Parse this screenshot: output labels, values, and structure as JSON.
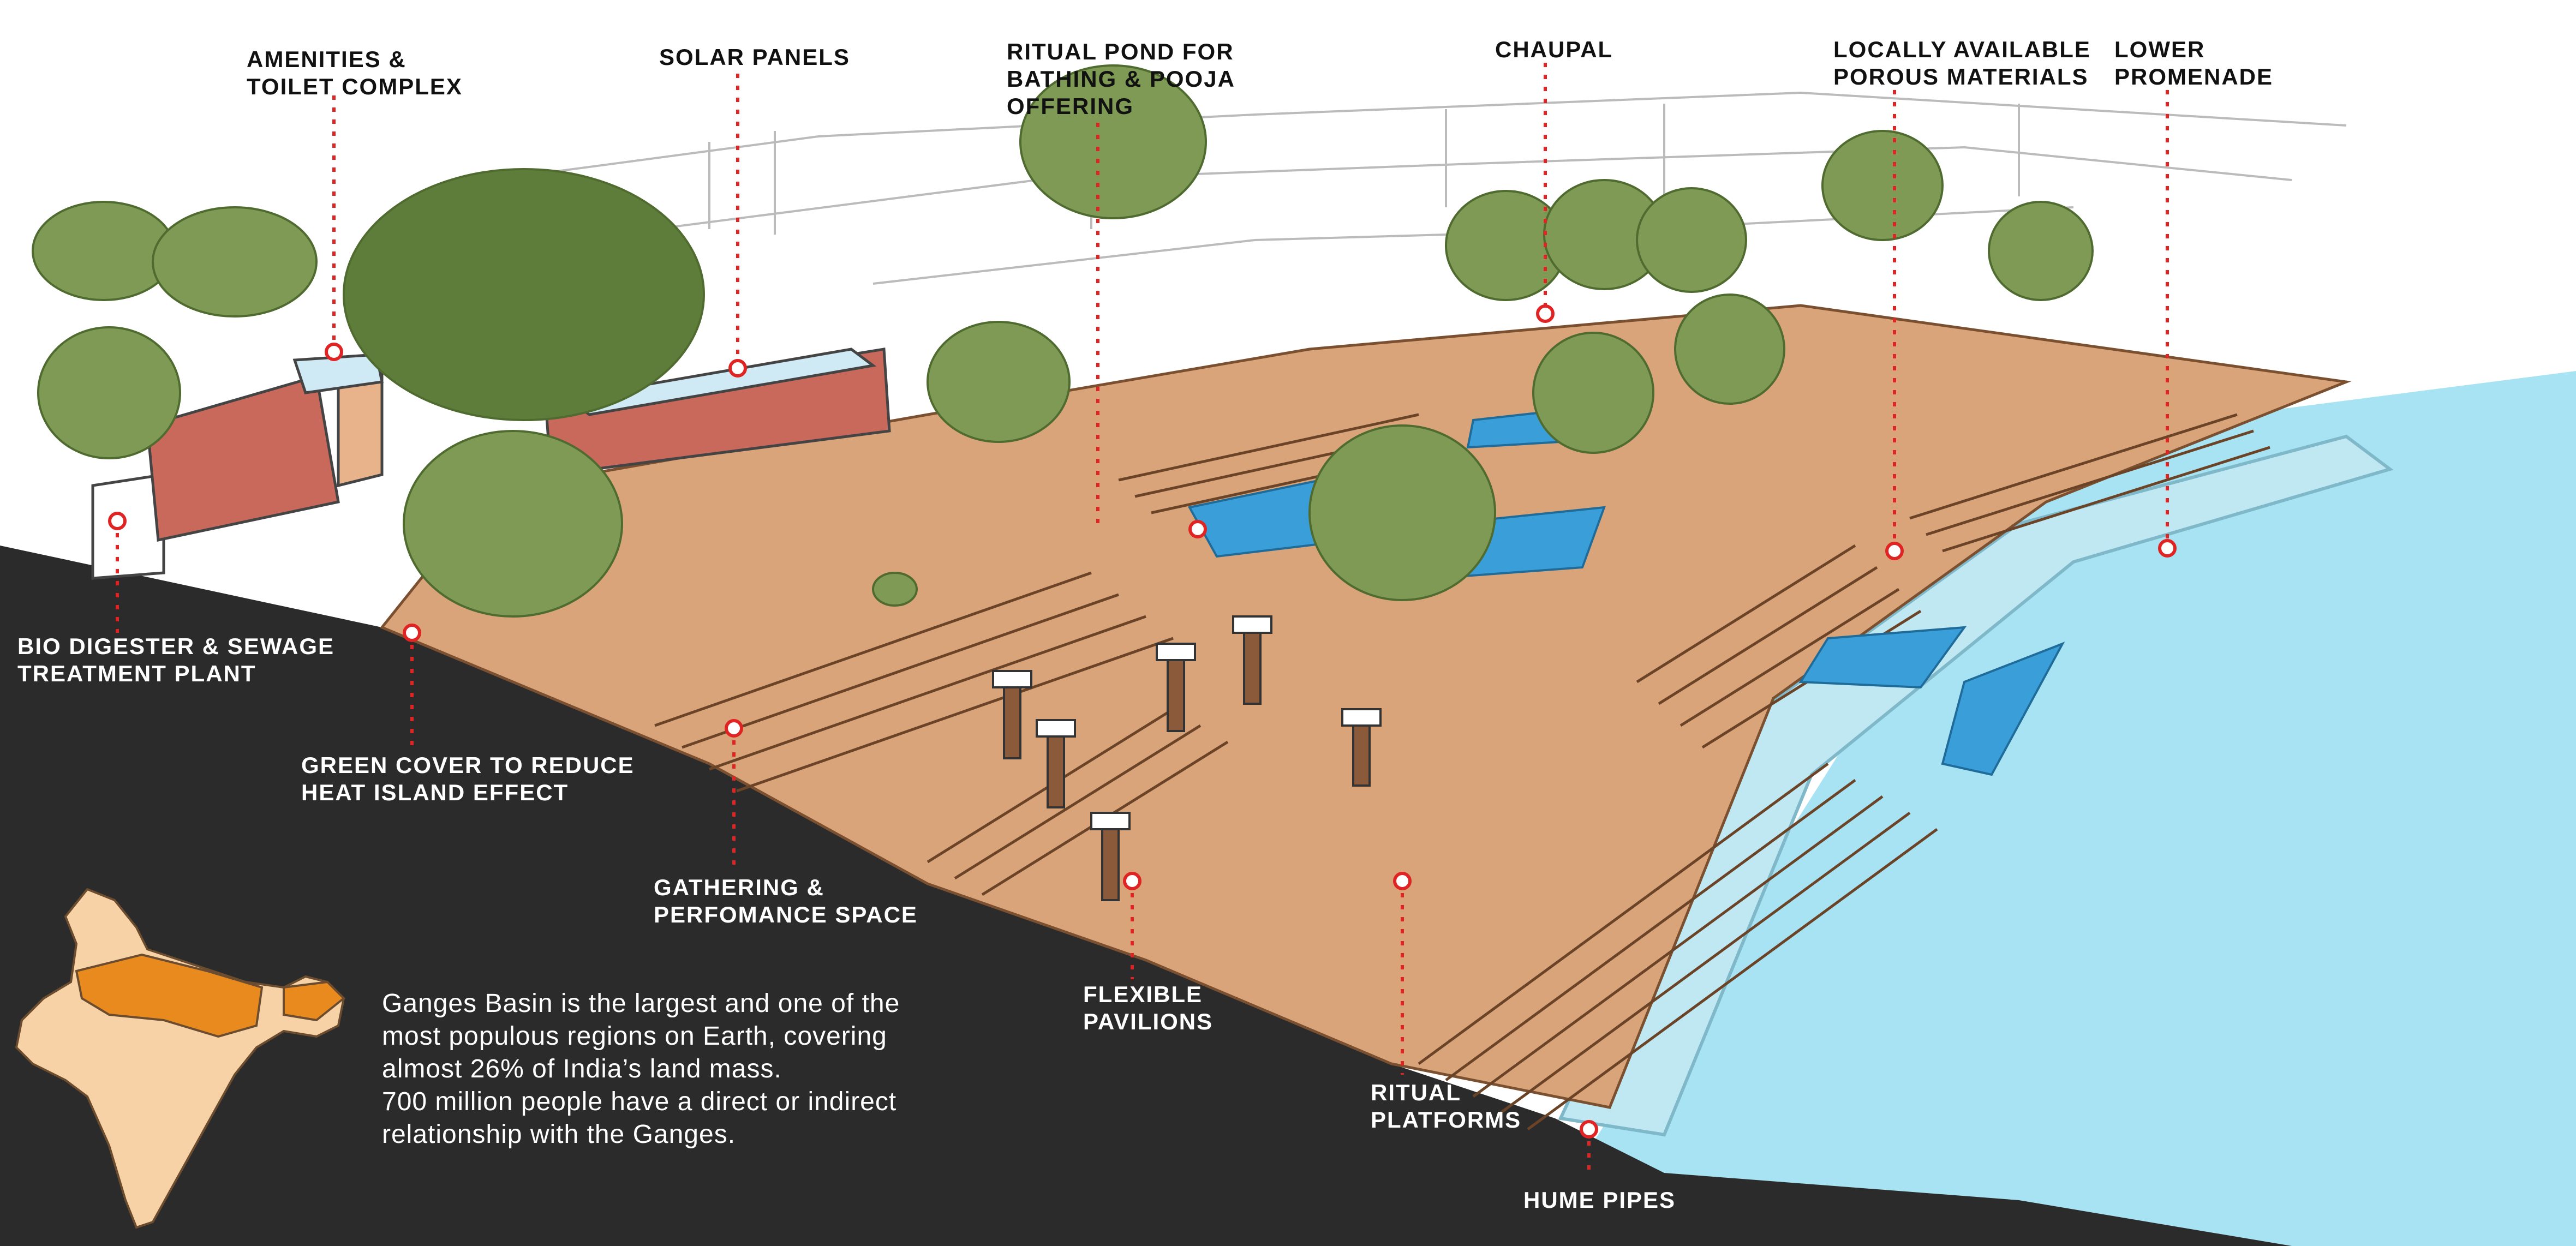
{
  "callouts": {
    "amenities": [
      "AMENITIES &",
      "TOILET COMPLEX"
    ],
    "solar": [
      "SOLAR PANELS"
    ],
    "pond": [
      "RITUAL POND FOR",
      "BATHING & POOJA",
      "OFFERING"
    ],
    "chaupal": [
      "CHAUPAL"
    ],
    "materials": [
      "LOCALLY AVAILABLE",
      "POROUS MATERIALS"
    ],
    "promenade": [
      "LOWER",
      "PROMENADE"
    ],
    "biodigester": [
      "BIO DIGESTER & SEWAGE",
      "TREATMENT PLANT"
    ],
    "green": [
      "GREEN COVER TO REDUCE",
      "HEAT ISLAND EFFECT"
    ],
    "gathering": [
      "GATHERING &",
      "PERFOMANCE SPACE"
    ],
    "pavilions": [
      "FLEXIBLE",
      "PAVILIONS"
    ],
    "platforms": [
      "RITUAL",
      "PLATFORMS"
    ],
    "hume": [
      "HUME PIPES"
    ]
  },
  "fact_text": [
    "Ganges Basin is the largest and one of the",
    "most populous regions on Earth, covering",
    "almost 26% of India’s land mass.",
    "700 million people have a direct or indirect",
    "relationship with the Ganges."
  ],
  "colors": {
    "water": "#a8e3f3",
    "ground": "#2b2b2b",
    "deck": "#d9a47a",
    "steps": "#8a5a3a",
    "pool": "#3a9fd8",
    "tree": "#7e9a55",
    "wall": "#c9695c",
    "marker": "#e02424",
    "map_fill": "#f7d2a6",
    "map_highlight": "#e98a1f"
  }
}
